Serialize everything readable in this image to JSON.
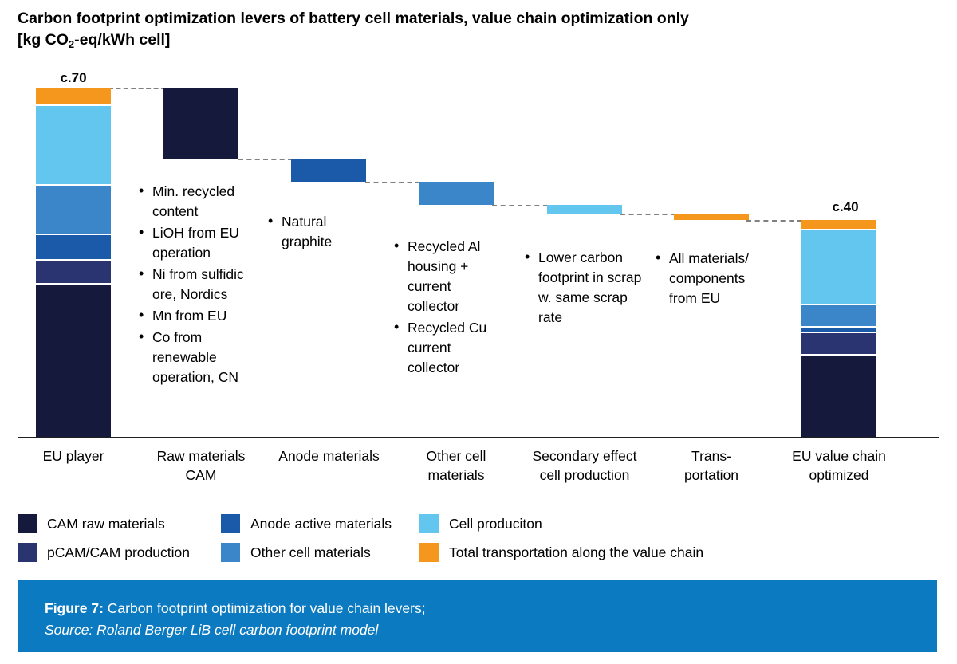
{
  "title": {
    "line1": "Carbon footprint optimization levers of battery cell materials, value chain optimization only",
    "line2_pre": "[kg CO",
    "line2_sub": "2",
    "line2_post": "-eq/kWh cell]"
  },
  "colors": {
    "cam_raw_materials": "#151a3d",
    "pcam_cam_production": "#2a3470",
    "anode_active_materials": "#1b5aa8",
    "other_cell_materials": "#3b86c9",
    "cell_production": "#62c6ee",
    "total_transportation": "#f5971d",
    "axis": "#231f20",
    "connector": "#808080",
    "footer_band": "#0b7ac0",
    "footer_text": "#ffffff"
  },
  "chart_data": {
    "type": "bar",
    "subtype": "stacked-waterfall",
    "title": "Carbon footprint optimization levers of battery cell materials, value chain optimization only",
    "ylabel": "[kg CO2-eq/kWh cell]",
    "xlabel": "",
    "ylim": [
      0,
      75
    ],
    "grid": false,
    "legend_position": "bottom",
    "categories": [
      "EU player",
      "Raw materials CAM",
      "Anode materials",
      "Other cell materials",
      "Secondary effect cell production",
      "Transportation",
      "EU value chain optimized"
    ],
    "start_total": 70,
    "start_total_label": "c.70",
    "end_total": 40,
    "end_total_label": "c.40",
    "stacked_start": {
      "label": "EU player",
      "total": 70,
      "segments": [
        {
          "name": "CAM raw materials",
          "value": 27.0
        },
        {
          "name": "pCAM/CAM production",
          "value": 4.0
        },
        {
          "name": "Anode active materials",
          "value": 4.5
        },
        {
          "name": "Other cell materials",
          "value": 8.5
        },
        {
          "name": "Cell produciton",
          "value": 22.5
        },
        {
          "name": "Total transportation along the value chain",
          "value": 3.5
        }
      ]
    },
    "stacked_end": {
      "label": "EU value chain optimized",
      "total": 40,
      "segments": [
        {
          "name": "CAM raw materials",
          "value": 14.0
        },
        {
          "name": "pCAM/CAM production",
          "value": 4.0
        },
        {
          "name": "Anode active materials",
          "value": 1.0
        },
        {
          "name": "Other cell materials",
          "value": 4.0
        },
        {
          "name": "Cell produciton",
          "value": 15.0
        },
        {
          "name": "Total transportation along the value chain",
          "value": 2.0
        }
      ]
    },
    "reduction_steps": [
      {
        "name": "Raw materials CAM",
        "value": -13.0,
        "color_key": "cam_raw_materials"
      },
      {
        "name": "Anode materials",
        "value": -4.0,
        "color_key": "anode_active_materials"
      },
      {
        "name": "Other cell materials",
        "value": -4.0,
        "color_key": "other_cell_materials"
      },
      {
        "name": "Secondary effect cell production",
        "value": -1.5,
        "color_key": "cell_production"
      },
      {
        "name": "Transportation",
        "value": -1.0,
        "color_key": "total_transportation"
      }
    ],
    "series": [
      {
        "name": "CAM raw materials",
        "color": "#151a3d"
      },
      {
        "name": "pCAM/CAM production",
        "color": "#2a3470"
      },
      {
        "name": "Anode active materials",
        "color": "#1b5aa8"
      },
      {
        "name": "Other cell materials",
        "color": "#3b86c9"
      },
      {
        "name": "Cell produciton",
        "color": "#62c6ee"
      },
      {
        "name": "Total transportation along the value chain",
        "color": "#f5971d"
      }
    ],
    "annotations": [
      {
        "group": "Raw materials CAM",
        "items": [
          "Min. recycled content",
          "LiOH from EU operation",
          "Ni from sulfidic ore, Nordics",
          "Mn from EU",
          "Co from renewable operation, CN"
        ]
      },
      {
        "group": "Anode materials",
        "items": [
          "Natural graphite"
        ]
      },
      {
        "group": "Other cell materials",
        "items": [
          "Recycled Al housing + current collector",
          "Recycled Cu current collector"
        ]
      },
      {
        "group": "Secondary effect cell production",
        "items": [
          "Lower carbon footprint in scrap w. same scrap rate"
        ]
      },
      {
        "group": "Transportation",
        "items": [
          "All materials/ components from EU"
        ]
      }
    ]
  },
  "top_labels": {
    "start": "c.70",
    "end": "c.40"
  },
  "xaxis": {
    "labels": [
      {
        "line1": "EU player",
        "line2": ""
      },
      {
        "line1": "Raw materials",
        "line2": "CAM"
      },
      {
        "line1": "Anode materials",
        "line2": ""
      },
      {
        "line1": "Other cell",
        "line2": "materials"
      },
      {
        "line1": "Secondary effect",
        "line2": "cell production"
      },
      {
        "line1": "Trans-",
        "line2": "portation"
      },
      {
        "line1": "EU value chain",
        "line2": "optimized"
      }
    ]
  },
  "bullets": {
    "raw_materials": [
      "Min. recycled content",
      "LiOH from EU operation",
      "Ni from sulfidic ore, Nordics",
      "Mn from EU",
      "Co from renewable operation, CN"
    ],
    "anode": [
      "Natural graphite"
    ],
    "other_cell": [
      "Recycled Al housing + current collector",
      "Recycled Cu current collector"
    ],
    "secondary": [
      "Lower carbon footprint in scrap w. same scrap rate"
    ],
    "transportation": [
      "All materials/ components from EU"
    ]
  },
  "legend": {
    "items": [
      {
        "label": "CAM raw materials",
        "color": "#151a3d"
      },
      {
        "label": "pCAM/CAM production",
        "color": "#2a3470"
      },
      {
        "label": "Anode active materials",
        "color": "#1b5aa8"
      },
      {
        "label": "Other cell materials",
        "color": "#3b86c9"
      },
      {
        "label": "Cell produciton",
        "color": "#62c6ee"
      },
      {
        "label": "Total transportation along the value chain",
        "color": "#f5971d"
      }
    ]
  },
  "footer": {
    "figure_label": "Figure 7:",
    "figure_text": " Carbon footprint optimization for value chain levers;",
    "source": "Source: Roland Berger LiB cell carbon footprint model"
  }
}
